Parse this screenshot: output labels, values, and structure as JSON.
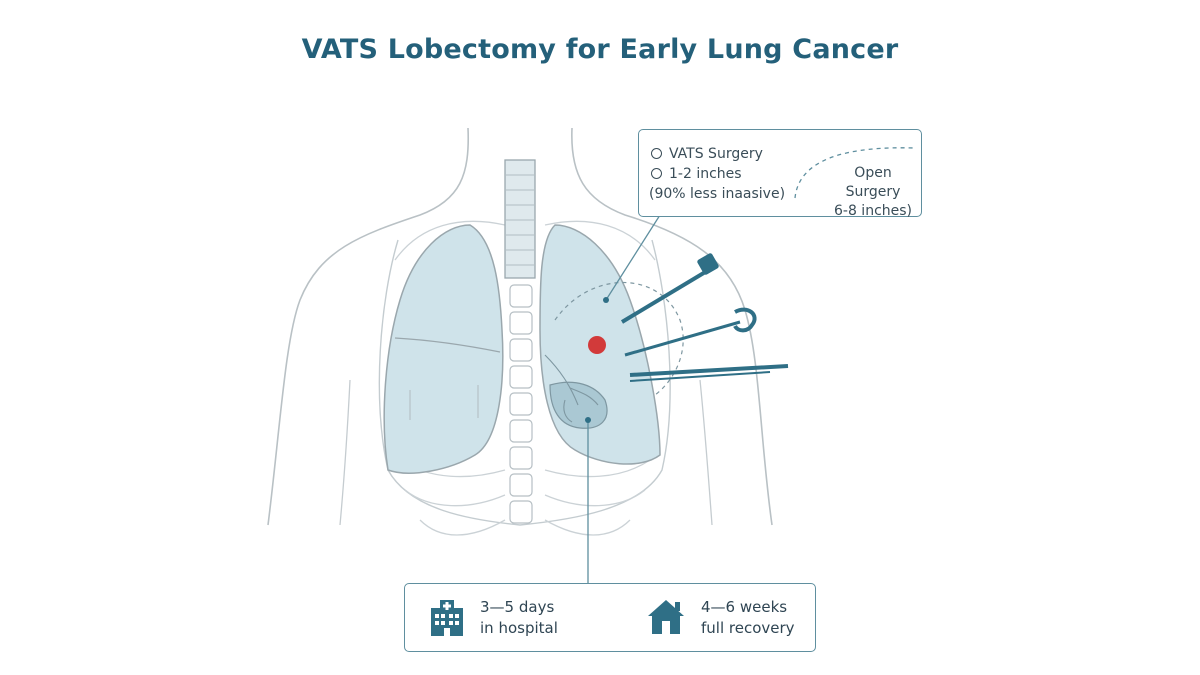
{
  "title": "VATS Lobectomy for Early Lung Cancer",
  "callout": {
    "vats_label": "VATS Surgery",
    "vats_size": "1-2 inches",
    "vats_note": "(90% less inaasive)",
    "open_label": "Open Surgery",
    "open_size": "6-8 inches)"
  },
  "stats": [
    {
      "icon": "hospital-icon",
      "line1": "3—5 days",
      "line2": "in hospital"
    },
    {
      "icon": "home-icon",
      "line1": "4—6 weeks",
      "line2": "full recovery"
    }
  ],
  "colors": {
    "title": "#24607a",
    "lung_fill": "#cfe3ea",
    "outline": "#9aa7ad",
    "accent": "#2f6f86",
    "tumor": "#d23a3a"
  }
}
